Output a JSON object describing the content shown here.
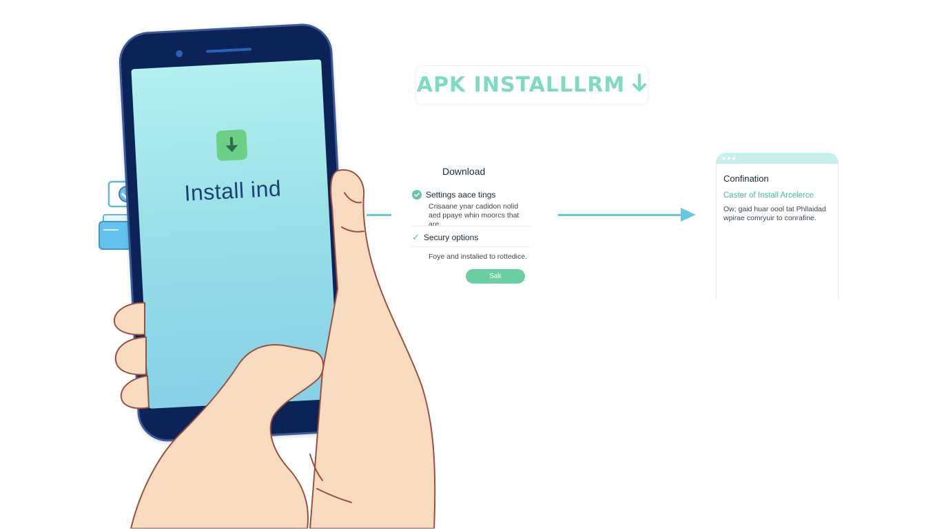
{
  "header": {
    "title": "APK INSTALLLRM",
    "icon": "download-arrow-icon",
    "accent": "#7ddcc0"
  },
  "phone": {
    "screen_label": "Install ind",
    "screen_icon": "download-icon",
    "screen_icon_color": "#6bcf86"
  },
  "steps": {
    "title": "Download",
    "items": [
      {
        "heading": "Settings aace tings",
        "description": "Crisaane ynar cadidon nolid aed ppaye whin moorcs that are."
      },
      {
        "heading": "Secury options",
        "description": "Foye and instalied to rottedice."
      }
    ],
    "button_label": "Sak"
  },
  "confirmation": {
    "title": "Confination",
    "subtitle": "Caster of Install Arcelerce",
    "description": "Ow; gaid huar oool tat Phllaidad wpirae comryuir to conrafine."
  },
  "colors": {
    "line": "#67c9e0",
    "phone_body": "#0b2357",
    "skin": "#f9dbc0",
    "skin_outline": "#9b4f3f"
  }
}
